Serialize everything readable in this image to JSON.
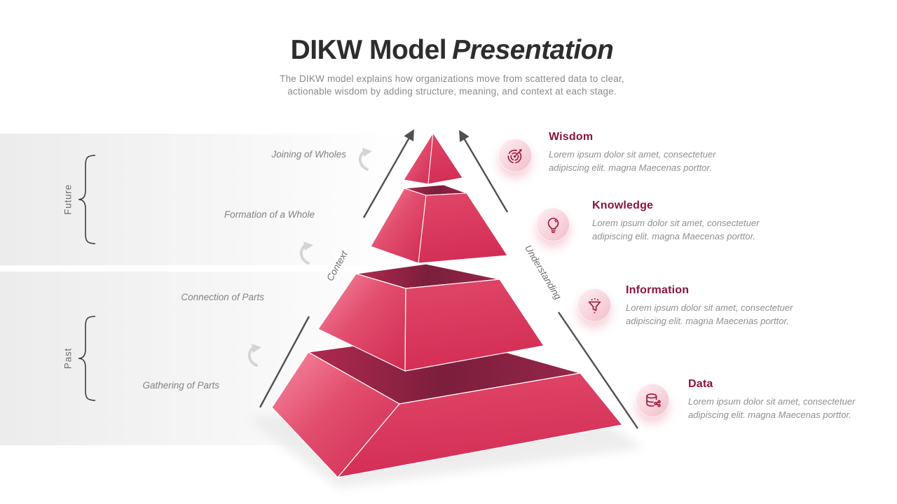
{
  "title": {
    "main": "DIKW Model",
    "accent": "Presentation"
  },
  "subtitle": {
    "line1": "The DIKW model explains how organizations move from scattered data to clear,",
    "line2": "actionable wisdom by adding structure, meaning, and context at each stage."
  },
  "timeline": {
    "future_label": "Future",
    "past_label": "Past"
  },
  "stage_labels": [
    {
      "label": "Joining of Wholes"
    },
    {
      "label": "Formation of a Whole"
    },
    {
      "label": "Connection of Parts"
    },
    {
      "label": "Gathering of Parts"
    }
  ],
  "axes": {
    "left_label": "Context",
    "right_label": "Understanding"
  },
  "levels": [
    {
      "name": "Wisdom",
      "icon": "target-icon",
      "desc_line1": "Lorem ipsum dolor sit amet, consectetuer",
      "desc_line2": "adipiscing elit. magna Maecenas porttor."
    },
    {
      "name": "Knowledge",
      "icon": "lightbulb-icon",
      "desc_line1": "Lorem ipsum dolor sit amet, consectetuer",
      "desc_line2": "adipiscing elit. magna Maecenas porttor."
    },
    {
      "name": "Information",
      "icon": "funnel-icon",
      "desc_line1": "Lorem ipsum dolor sit amet, consectetuer",
      "desc_line2": "adipiscing elit. magna Maecenas porttor."
    },
    {
      "name": "Data",
      "icon": "database-icon",
      "desc_line1": "Lorem ipsum dolor sit amet, consectetuer",
      "desc_line2": "adipiscing elit. magna Maecenas porttor."
    }
  ],
  "colors": {
    "accent_crimson": "#d8345b",
    "dark_maroon": "#7b1e3c",
    "heading_maroon": "#8a1538",
    "body_gray": "#8f8f8f",
    "line_gray": "#4f4f4f",
    "band_gray": "#ececec"
  }
}
